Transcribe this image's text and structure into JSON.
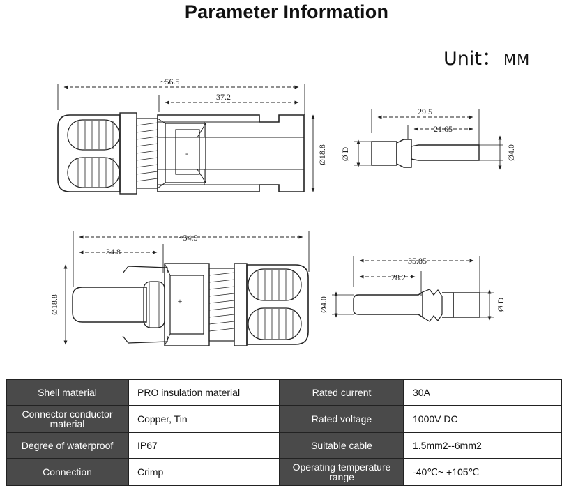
{
  "header": {
    "title": "Parameter Information",
    "unit_label": "Unit：",
    "unit_value": "MM"
  },
  "drawing": {
    "top_left": {
      "overall_length": "~56.5",
      "inner_length": "37.2",
      "diameter": "Ø18.8",
      "polarity": "-"
    },
    "top_right": {
      "pin_length": "29.5",
      "pin_section": "21.65",
      "left_diameter": "Ø D",
      "right_diameter": "Ø4.0"
    },
    "bottom_left": {
      "overall_length": "~54.5",
      "inner_length": "34.8",
      "diameter": "Ø18.8",
      "polarity": "+"
    },
    "bottom_right": {
      "pin_length": "35.85",
      "pin_section": "28.2",
      "left_diameter": "Ø4.0",
      "right_diameter": "Ø D"
    }
  },
  "specs": {
    "rows": [
      {
        "label1": "Shell material",
        "value1": "PRO insulation material",
        "label2": "Rated current",
        "value2": "30A"
      },
      {
        "label1": "Connector conductor material",
        "value1": "Copper, Tin",
        "label2": "Rated voltage",
        "value2": "1000V DC"
      },
      {
        "label1": "Degree of waterproof",
        "value1": "IP67",
        "label2": "Suitable cable",
        "value2": "1.5mm2--6mm2"
      },
      {
        "label1": "Connection",
        "value1": "Crimp",
        "label2": "Operating temperature range",
        "value2": "-40℃~ +105℃"
      }
    ]
  }
}
